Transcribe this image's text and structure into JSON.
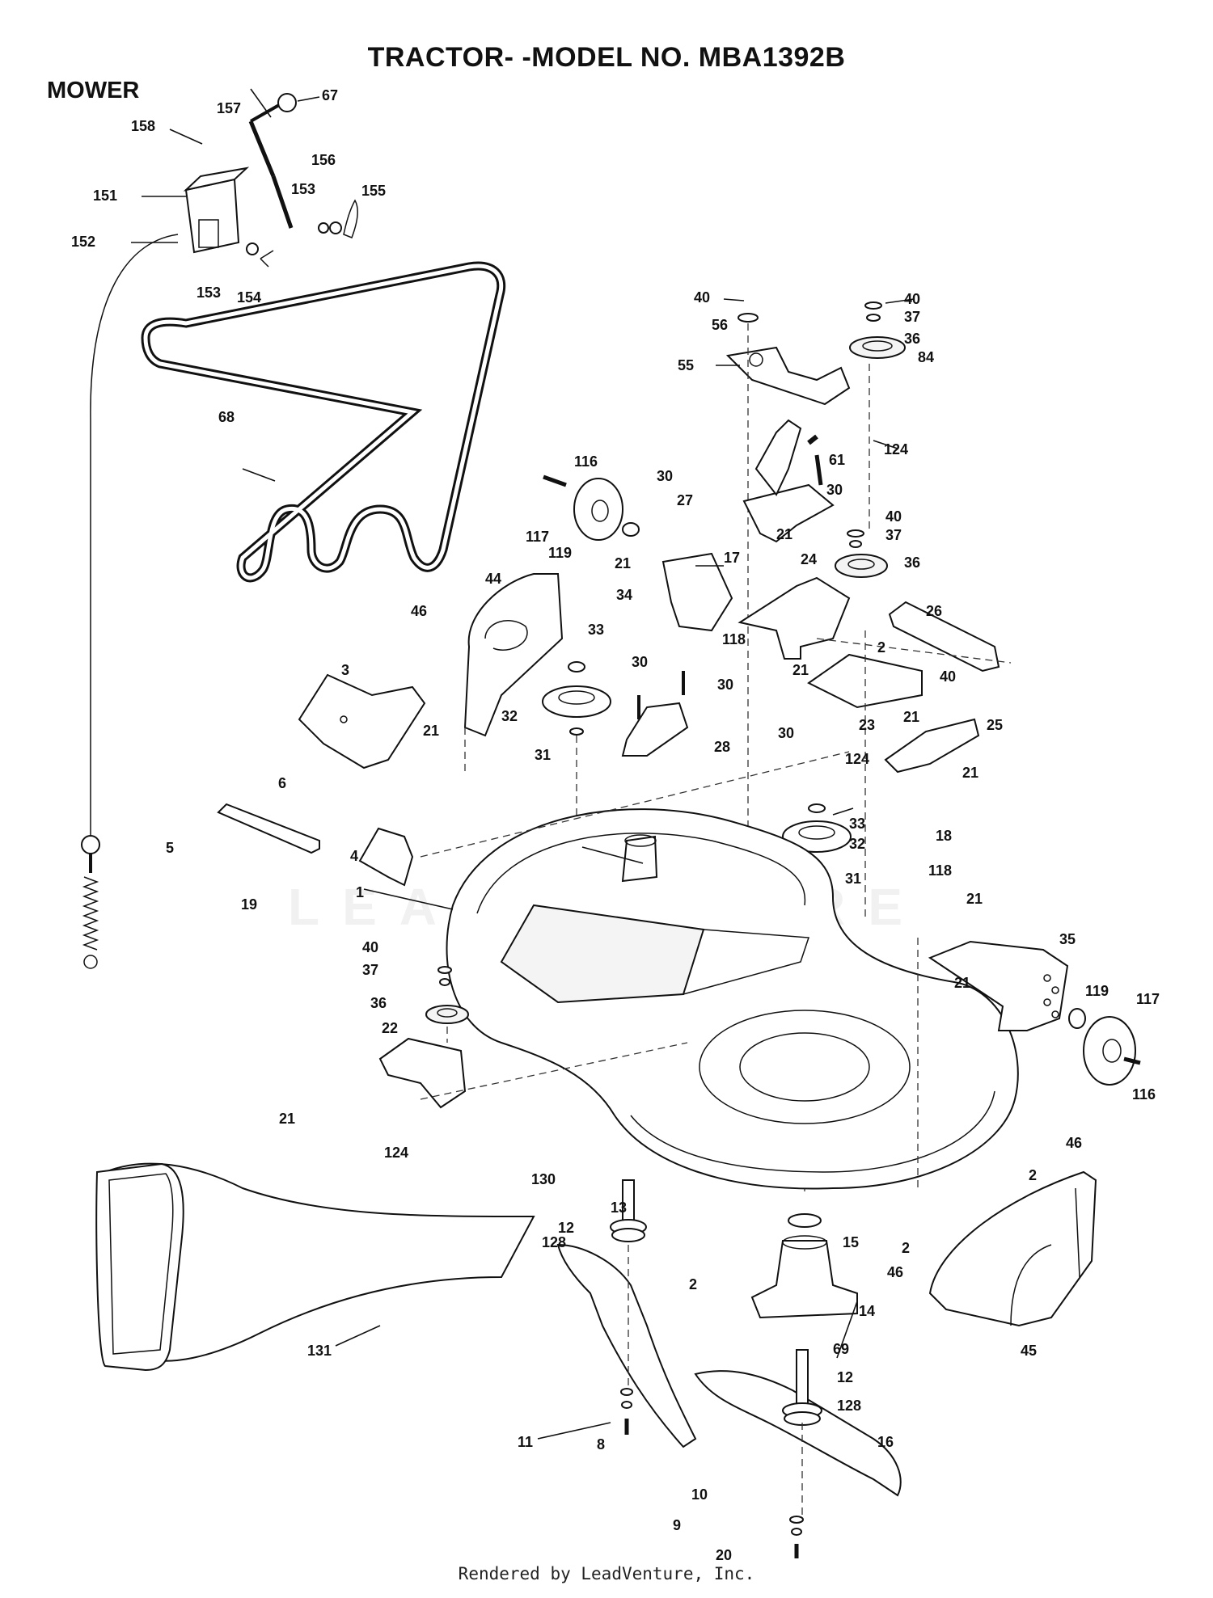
{
  "header": {
    "title": "TRACTOR- -MODEL NO. MBA1392B",
    "section": "MOWER"
  },
  "watermark": "LEADVENTURE",
  "footer": "Rendered by LeadVenture, Inc.",
  "callouts": [
    {
      "id": "c157",
      "text": "157"
    },
    {
      "id": "c67",
      "text": "67"
    },
    {
      "id": "c158",
      "text": "158"
    },
    {
      "id": "c156",
      "text": "156"
    },
    {
      "id": "c151",
      "text": "151"
    },
    {
      "id": "c153a",
      "text": "153"
    },
    {
      "id": "c155",
      "text": "155"
    },
    {
      "id": "c152",
      "text": "152"
    },
    {
      "id": "c153b",
      "text": "153"
    },
    {
      "id": "c154",
      "text": "154"
    },
    {
      "id": "c68",
      "text": "68"
    },
    {
      "id": "c40a",
      "text": "40"
    },
    {
      "id": "c40b",
      "text": "40"
    },
    {
      "id": "c56",
      "text": "56"
    },
    {
      "id": "c37a",
      "text": "37"
    },
    {
      "id": "c36a",
      "text": "36"
    },
    {
      "id": "c55",
      "text": "55"
    },
    {
      "id": "c84",
      "text": "84"
    },
    {
      "id": "c124a",
      "text": "124"
    },
    {
      "id": "c61",
      "text": "61"
    },
    {
      "id": "c116a",
      "text": "116"
    },
    {
      "id": "c30a",
      "text": "30"
    },
    {
      "id": "c27",
      "text": "27"
    },
    {
      "id": "c30b",
      "text": "30"
    },
    {
      "id": "c40c",
      "text": "40"
    },
    {
      "id": "c37b",
      "text": "37"
    },
    {
      "id": "c117a",
      "text": "117"
    },
    {
      "id": "c119a",
      "text": "119"
    },
    {
      "id": "c21a",
      "text": "21"
    },
    {
      "id": "c21b",
      "text": "21"
    },
    {
      "id": "c17",
      "text": "17"
    },
    {
      "id": "c36b",
      "text": "36"
    },
    {
      "id": "c24",
      "text": "24"
    },
    {
      "id": "c46a",
      "text": "46"
    },
    {
      "id": "c44",
      "text": "44"
    },
    {
      "id": "c34",
      "text": "34"
    },
    {
      "id": "c118a",
      "text": "118"
    },
    {
      "id": "c26",
      "text": "26"
    },
    {
      "id": "c2a",
      "text": "2"
    },
    {
      "id": "c33a",
      "text": "33"
    },
    {
      "id": "c21c",
      "text": "21"
    },
    {
      "id": "c40d",
      "text": "40"
    },
    {
      "id": "c3",
      "text": "3"
    },
    {
      "id": "c30c",
      "text": "30"
    },
    {
      "id": "c30d",
      "text": "30"
    },
    {
      "id": "c32a",
      "text": "32"
    },
    {
      "id": "c23",
      "text": "23"
    },
    {
      "id": "c21d",
      "text": "21"
    },
    {
      "id": "c25",
      "text": "25"
    },
    {
      "id": "c21e",
      "text": "21"
    },
    {
      "id": "c28",
      "text": "28"
    },
    {
      "id": "c31a",
      "text": "31"
    },
    {
      "id": "c30e",
      "text": "30"
    },
    {
      "id": "c124b",
      "text": "124"
    },
    {
      "id": "c21f",
      "text": "21"
    },
    {
      "id": "c6",
      "text": "6"
    },
    {
      "id": "c33b",
      "text": "33"
    },
    {
      "id": "c5",
      "text": "5"
    },
    {
      "id": "c4",
      "text": "4"
    },
    {
      "id": "c32b",
      "text": "32"
    },
    {
      "id": "c18",
      "text": "18"
    },
    {
      "id": "c31b",
      "text": "31"
    },
    {
      "id": "c19",
      "text": "19"
    },
    {
      "id": "c118b",
      "text": "118"
    },
    {
      "id": "c1",
      "text": "1"
    },
    {
      "id": "c21g",
      "text": "21"
    },
    {
      "id": "c40e",
      "text": "40"
    },
    {
      "id": "c35",
      "text": "35"
    },
    {
      "id": "c37c",
      "text": "37"
    },
    {
      "id": "c21h",
      "text": "21"
    },
    {
      "id": "c119b",
      "text": "119"
    },
    {
      "id": "c117b",
      "text": "117"
    },
    {
      "id": "c36c",
      "text": "36"
    },
    {
      "id": "c22",
      "text": "22"
    },
    {
      "id": "c116b",
      "text": "116"
    },
    {
      "id": "c21i",
      "text": "21"
    },
    {
      "id": "c124c",
      "text": "124"
    },
    {
      "id": "c130",
      "text": "130"
    },
    {
      "id": "c46b",
      "text": "46"
    },
    {
      "id": "c2b",
      "text": "2"
    },
    {
      "id": "c13",
      "text": "13"
    },
    {
      "id": "c12a",
      "text": "12"
    },
    {
      "id": "c128a",
      "text": "128"
    },
    {
      "id": "c15",
      "text": "15"
    },
    {
      "id": "c2c",
      "text": "2"
    },
    {
      "id": "c2d",
      "text": "2"
    },
    {
      "id": "c46c",
      "text": "46"
    },
    {
      "id": "c14",
      "text": "14"
    },
    {
      "id": "c131",
      "text": "131"
    },
    {
      "id": "c11",
      "text": "11"
    },
    {
      "id": "c45",
      "text": "45"
    },
    {
      "id": "c69",
      "text": "69"
    },
    {
      "id": "c12b",
      "text": "12"
    },
    {
      "id": "c128b",
      "text": "128"
    },
    {
      "id": "c16",
      "text": "16"
    },
    {
      "id": "c8",
      "text": "8"
    },
    {
      "id": "c10",
      "text": "10"
    },
    {
      "id": "c9",
      "text": "9"
    },
    {
      "id": "c20",
      "text": "20"
    }
  ]
}
